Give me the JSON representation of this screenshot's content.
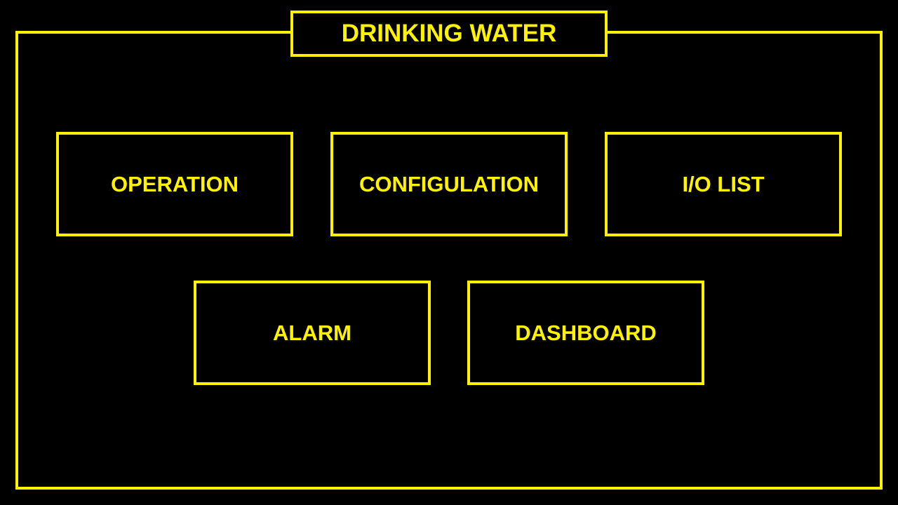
{
  "colors": {
    "background": "#000000",
    "accent": "#FFF200"
  },
  "header": {
    "title": "DRINKING WATER"
  },
  "menu": {
    "operation": "OPERATION",
    "configuration": "CONFIGULATION",
    "io_list": "I/O LIST",
    "alarm": "ALARM",
    "dashboard": "DASHBOARD"
  }
}
